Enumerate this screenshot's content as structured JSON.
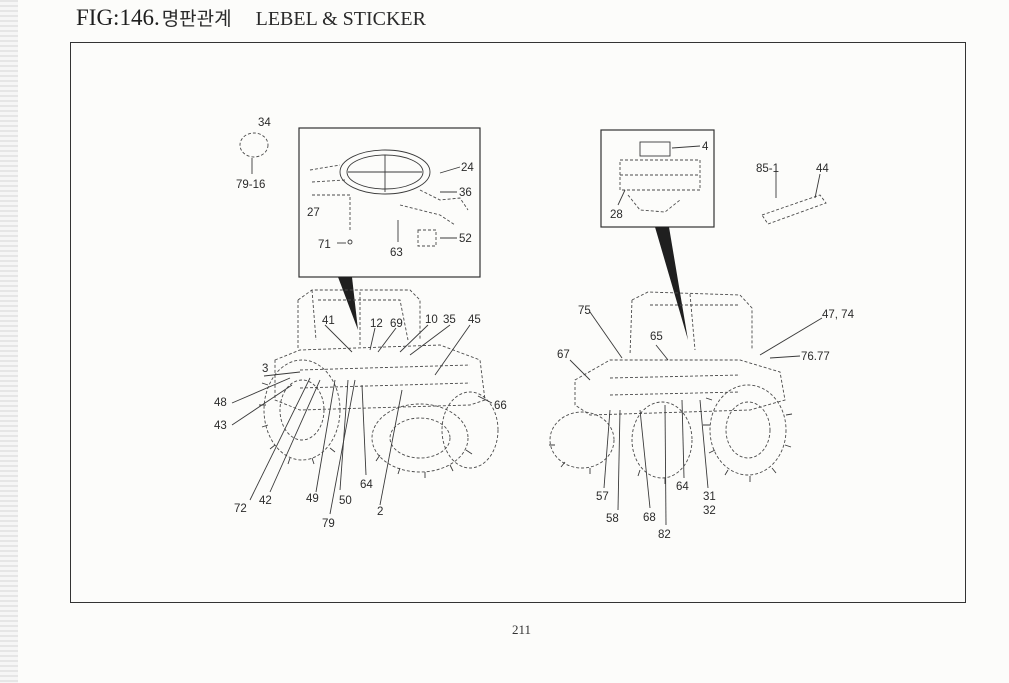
{
  "header": {
    "figure_number": "FIG:146.",
    "title_korean": "명판관계",
    "title_english": "LEBEL & STICKER"
  },
  "diagram": {
    "left_view": {
      "callouts": [
        "34",
        "79-16",
        "24",
        "36",
        "27",
        "71",
        "63",
        "52",
        "41",
        "12",
        "69",
        "10",
        "35",
        "45",
        "3",
        "48",
        "43",
        "66",
        "72",
        "42",
        "49",
        "50",
        "64",
        "2",
        "79"
      ]
    },
    "right_view": {
      "callouts": [
        "4",
        "28",
        "85-1",
        "44",
        "75",
        "65",
        "47, 74",
        "67",
        "76.77",
        "57",
        "58",
        "68",
        "64",
        "31",
        "32",
        "82"
      ]
    }
  },
  "footer": {
    "page_number": "211"
  }
}
